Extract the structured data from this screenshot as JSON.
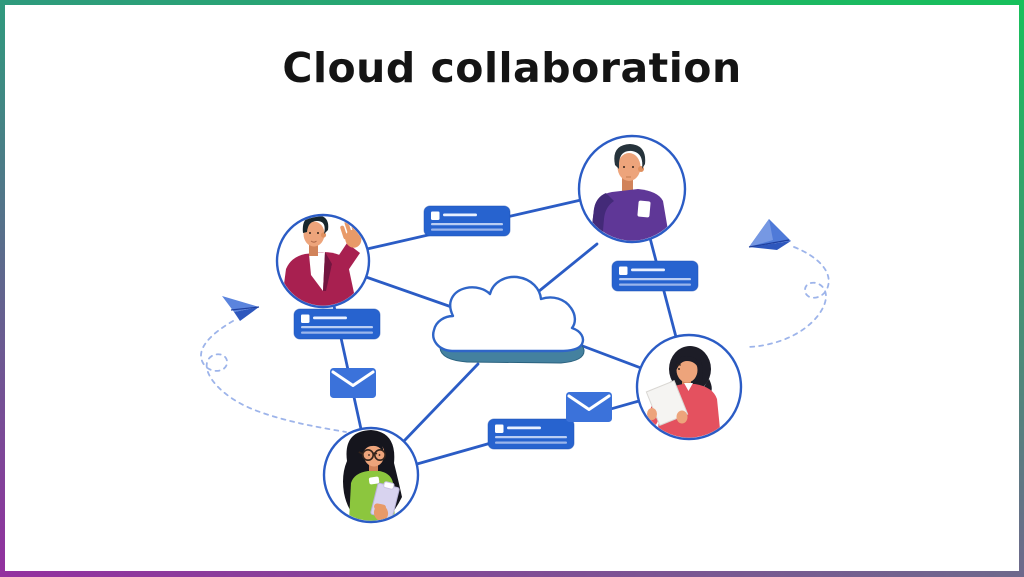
{
  "title": "Cloud collaboration",
  "palette": {
    "accent_blue": "#2b5cc5",
    "bubble_blue": "#2763cf",
    "envelope_blue": "#3b72da",
    "plane_blue": "#4f7ad8",
    "trail_blue": "#9db4ea",
    "cloud_outline": "#2f65c8",
    "cloud_base": "#44819f",
    "title_color": "#141414",
    "frame_gradient": {
      "top_left": "#2f9a7d",
      "top_right": "#17c05b",
      "bottom_left": "#93309f",
      "bottom_right": "#6e698c"
    }
  },
  "illustration": {
    "center_icon": "cloud",
    "avatars": [
      {
        "name": "man-waving",
        "position": "left"
      },
      {
        "name": "man-purple-shirt",
        "position": "top-right"
      },
      {
        "name": "woman-reading-document",
        "position": "right"
      },
      {
        "name": "woman-with-clipboard",
        "position": "bottom"
      }
    ],
    "icons": [
      "chat-message-icon",
      "chat-message-icon",
      "chat-message-icon",
      "chat-message-icon",
      "envelope-icon",
      "envelope-icon",
      "paper-plane-icon",
      "paper-plane-icon"
    ]
  }
}
